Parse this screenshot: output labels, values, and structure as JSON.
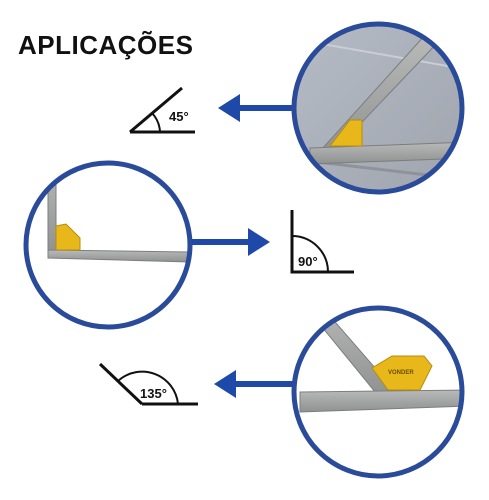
{
  "title": "APLICAÇÕES",
  "applications": [
    {
      "angle_label": "45°",
      "direction": "left"
    },
    {
      "angle_label": "90°",
      "direction": "right"
    },
    {
      "angle_label": "135°",
      "direction": "left"
    }
  ],
  "magnet_label": "VONDER",
  "colors": {
    "ring": "#2a4a9a",
    "arrow": "#1f49a8",
    "magnet": "#e8b81a",
    "steel": "#a8aaa9",
    "icon": "#111111"
  }
}
